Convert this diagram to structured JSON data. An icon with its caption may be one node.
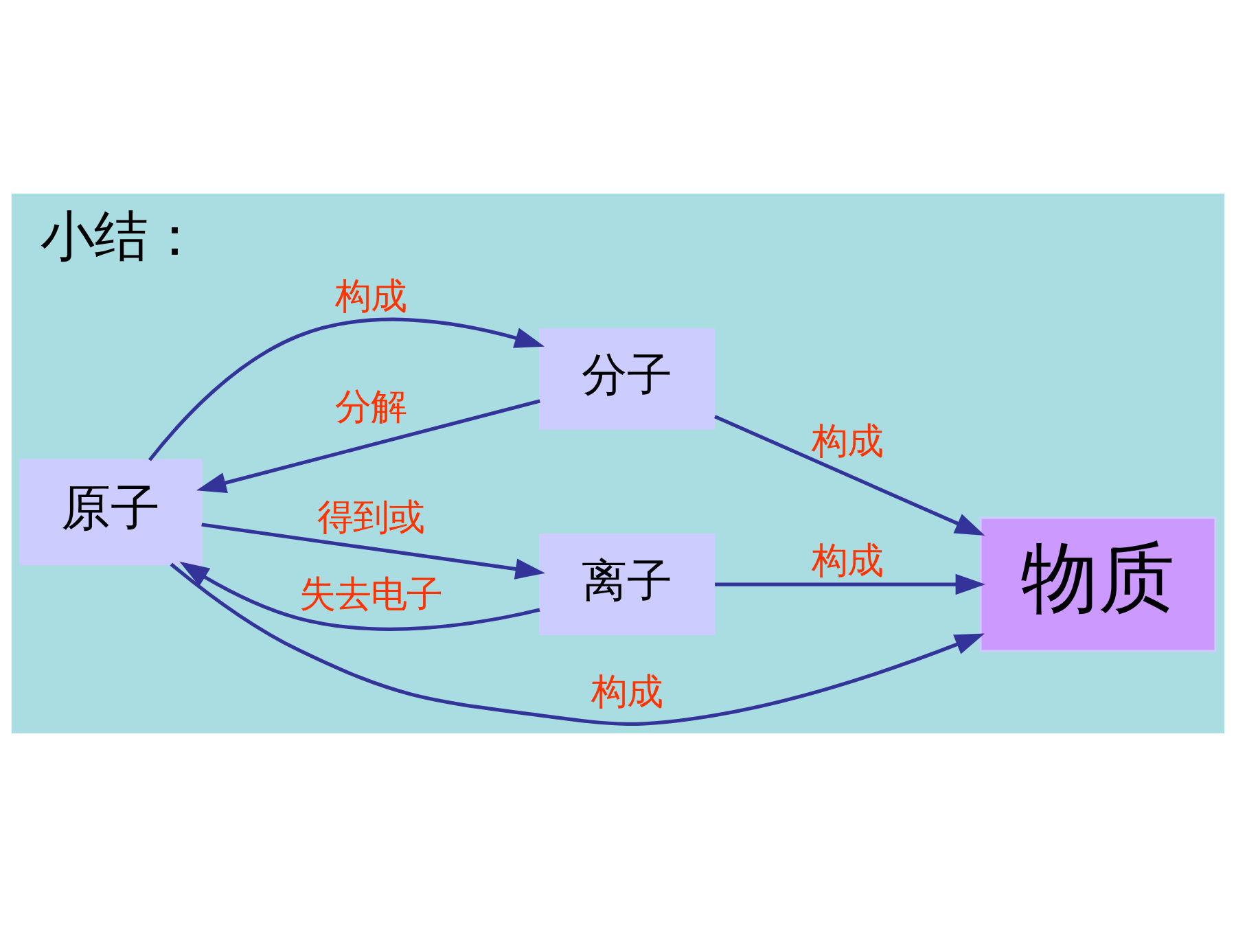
{
  "diagram": {
    "title": "小结：",
    "nodes": [
      {
        "text": [
          "原子"
        ]
      },
      {
        "text": [
          "分子"
        ]
      },
      {
        "text": [
          "离子"
        ]
      },
      {
        "text": [
          "物质"
        ]
      }
    ],
    "edges": [
      {
        "from": 0,
        "to": 3,
        "arrow": "to",
        "label": "构成"
      },
      {
        "from": 0,
        "to": 1,
        "arrow": "to",
        "label": "构成"
      },
      {
        "from": 1,
        "to": 0,
        "arrow": "to",
        "label": "分解"
      },
      {
        "from": 1,
        "to": 3,
        "arrow": "to",
        "label": "构成"
      },
      {
        "from": 0,
        "to": 2,
        "arrow": "to",
        "label": "得到或"
      },
      {
        "from": 2,
        "to": 0,
        "arrow": "to",
        "label": "失去电子"
      },
      {
        "from": 2,
        "to": 3,
        "arrow": "to",
        "label": "构成"
      }
    ]
  }
}
